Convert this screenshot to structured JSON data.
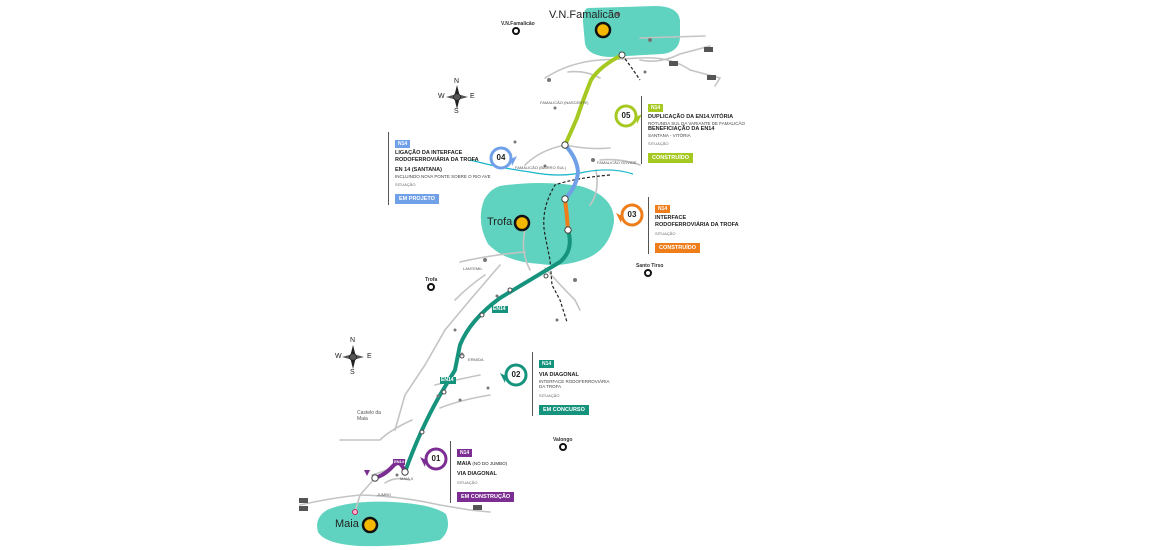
{
  "colors": {
    "zone": "#5fd3bf",
    "green": "#a6c921",
    "blue": "#6fa0e8",
    "orange": "#ef7d1a",
    "teal": "#16937d",
    "purple": "#7b2d91",
    "road": "#bcbcbc",
    "river": "#19b6c9",
    "marker": "#f3b700"
  },
  "cities": {
    "famalicao": "V.N.Famalicão",
    "trofa": "Trofa",
    "maia": "Maia"
  },
  "stations": {
    "famalicao": "V.N.Famalicão",
    "trofa": "Trofa",
    "santo_tirso": "Santo Tirso",
    "valongo": "Valongo"
  },
  "place_labels": {
    "famalicao_nascente": "FAMALICÃO (NASCENTE)",
    "famalicao_bairro_sul": "FAMALICÃO (BAIRRO SUL)",
    "famalicao_govide": "FAMALICÃO GOVIDE",
    "lantemil": "LANTEMIL",
    "castelo_da_maia": "Castelo da Maia",
    "ermida": "ERMIDA",
    "maia_ii": "MAIA II",
    "jumbo": "JUMBO"
  },
  "road_labels": {
    "en14_a": "EN14",
    "en14_b": "EN14",
    "en14_c": "EN14"
  },
  "compass": {
    "n": "N",
    "s": "S",
    "e": "E",
    "w": "W"
  },
  "pins": [
    {
      "num": "05",
      "color": "#a6c921"
    },
    {
      "num": "04",
      "color": "#6fa0e8"
    },
    {
      "num": "03",
      "color": "#ef7d1a"
    },
    {
      "num": "02",
      "color": "#16937d"
    },
    {
      "num": "01",
      "color": "#7b2d91"
    }
  ],
  "boxes": {
    "b05": {
      "badge": "N14",
      "l1": "DUPLICAÇÃO DA EN14.VITÓRIA",
      "s1": "ROTUNDA SUL DA VARIANTE DE FAMALICÃO",
      "l2": "BENEFICIAÇÃO DA EN14",
      "s2": "SANTANA - VITÓRIA",
      "sit": "SITUAÇÃO",
      "status": "CONSTRUÍDO"
    },
    "b04": {
      "badge": "N14",
      "l1": "LIGAÇÃO DA INTERFACE",
      "l1b": "RODOFERROVIÁRIA DA TROFA",
      "l2": "EN 14 (SANTANA)",
      "s2": "INCLUINDO NOVA PONTE SOBRE O RIO AVE",
      "sit": "SITUAÇÃO",
      "status": "EM PROJETO"
    },
    "b03": {
      "badge": "N14",
      "l1": "INTERFACE",
      "l1b": "RODOFERROVIÁRIA DA TROFA",
      "sit": "SITUAÇÃO",
      "status": "CONSTRUÍDO"
    },
    "b02": {
      "badge": "N14",
      "l1": "VIA DIAGONAL",
      "s1": "INTERFACE RODOFERROVIÁRIA",
      "s1b": "DA TROFA",
      "sit": "SITUAÇÃO",
      "status": "EM CONCURSO"
    },
    "b01": {
      "badge": "N14",
      "l1": "MAIA",
      "l1s": "(NÓ DO JUMBO)",
      "l2": "VIA DIAGONAL",
      "sit": "SITUAÇÃO",
      "status": "EM CONSTRUÇÃO"
    }
  }
}
